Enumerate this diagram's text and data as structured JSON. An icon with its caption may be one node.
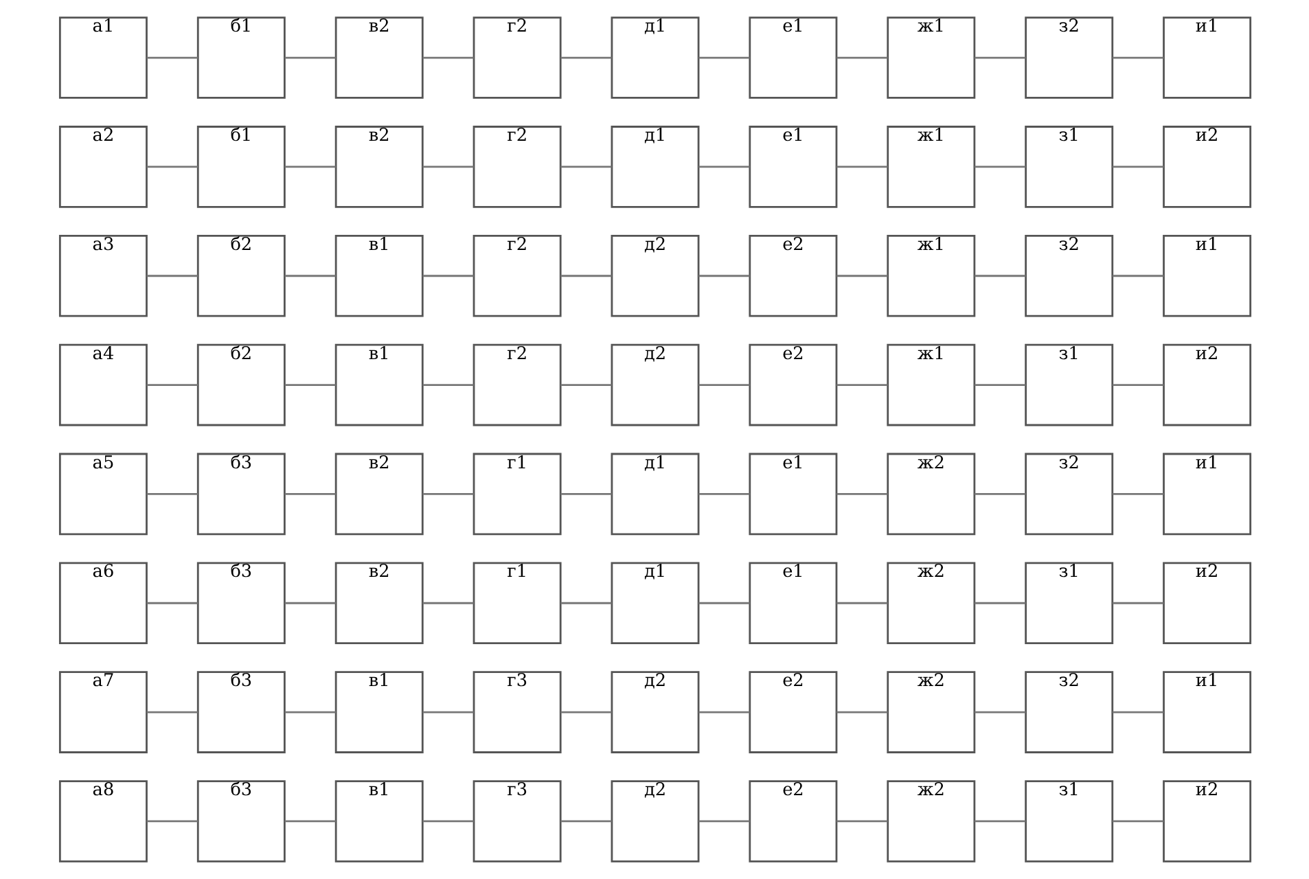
{
  "diagram": {
    "nodes": [
      {
        "text": [
          "а1"
        ]
      },
      {
        "text": [
          "б1"
        ]
      },
      {
        "text": [
          "в2"
        ]
      },
      {
        "text": [
          "г2"
        ]
      },
      {
        "text": [
          "д1"
        ]
      },
      {
        "text": [
          "е1"
        ]
      },
      {
        "text": [
          "ж1"
        ]
      },
      {
        "text": [
          "з2"
        ]
      },
      {
        "text": [
          "и1"
        ]
      },
      {
        "text": [
          "а2"
        ]
      },
      {
        "text": [
          "б1"
        ]
      },
      {
        "text": [
          "в2"
        ]
      },
      {
        "text": [
          "г2"
        ]
      },
      {
        "text": [
          "д1"
        ]
      },
      {
        "text": [
          "е1"
        ]
      },
      {
        "text": [
          "ж1"
        ]
      },
      {
        "text": [
          "з1"
        ]
      },
      {
        "text": [
          "и2"
        ]
      },
      {
        "text": [
          "а3"
        ]
      },
      {
        "text": [
          "б2"
        ]
      },
      {
        "text": [
          "в1"
        ]
      },
      {
        "text": [
          "г2"
        ]
      },
      {
        "text": [
          "д2"
        ]
      },
      {
        "text": [
          "е2"
        ]
      },
      {
        "text": [
          "ж1"
        ]
      },
      {
        "text": [
          "з2"
        ]
      },
      {
        "text": [
          "и1"
        ]
      },
      {
        "text": [
          "а4"
        ]
      },
      {
        "text": [
          "б2"
        ]
      },
      {
        "text": [
          "в1"
        ]
      },
      {
        "text": [
          "г2"
        ]
      },
      {
        "text": [
          "д2"
        ]
      },
      {
        "text": [
          "е2"
        ]
      },
      {
        "text": [
          "ж1"
        ]
      },
      {
        "text": [
          "з1"
        ]
      },
      {
        "text": [
          "и2"
        ]
      },
      {
        "text": [
          "а5"
        ]
      },
      {
        "text": [
          "б3"
        ]
      },
      {
        "text": [
          "в2"
        ]
      },
      {
        "text": [
          "г1"
        ]
      },
      {
        "text": [
          "д1"
        ]
      },
      {
        "text": [
          "е1"
        ]
      },
      {
        "text": [
          "ж2"
        ]
      },
      {
        "text": [
          "з2"
        ]
      },
      {
        "text": [
          "и1"
        ]
      },
      {
        "text": [
          "а6"
        ]
      },
      {
        "text": [
          "б3"
        ]
      },
      {
        "text": [
          "в2"
        ]
      },
      {
        "text": [
          "г1"
        ]
      },
      {
        "text": [
          "д1"
        ]
      },
      {
        "text": [
          "е1"
        ]
      },
      {
        "text": [
          "ж2"
        ]
      },
      {
        "text": [
          "з1"
        ]
      },
      {
        "text": [
          "и2"
        ]
      },
      {
        "text": [
          "а7"
        ]
      },
      {
        "text": [
          "б3"
        ]
      },
      {
        "text": [
          "в1"
        ]
      },
      {
        "text": [
          "г3"
        ]
      },
      {
        "text": [
          "д2"
        ]
      },
      {
        "text": [
          "е2"
        ]
      },
      {
        "text": [
          "ж2"
        ]
      },
      {
        "text": [
          "з2"
        ]
      },
      {
        "text": [
          "и1"
        ]
      },
      {
        "text": [
          "а8"
        ]
      },
      {
        "text": [
          "б3"
        ]
      },
      {
        "text": [
          "в1"
        ]
      },
      {
        "text": [
          "г3"
        ]
      },
      {
        "text": [
          "д2"
        ]
      },
      {
        "text": [
          "е2"
        ]
      },
      {
        "text": [
          "ж2"
        ]
      },
      {
        "text": [
          "з1"
        ]
      },
      {
        "text": [
          "и2"
        ]
      }
    ],
    "edges": [
      {
        "from": 0,
        "to": 1,
        "arrow": "none"
      },
      {
        "from": 1,
        "to": 2,
        "arrow": "none"
      },
      {
        "from": 2,
        "to": 3,
        "arrow": "none"
      },
      {
        "from": 3,
        "to": 4,
        "arrow": "none"
      },
      {
        "from": 4,
        "to": 5,
        "arrow": "none"
      },
      {
        "from": 5,
        "to": 6,
        "arrow": "none"
      },
      {
        "from": 6,
        "to": 7,
        "arrow": "none"
      },
      {
        "from": 7,
        "to": 8,
        "arrow": "none"
      },
      {
        "from": 9,
        "to": 10,
        "arrow": "none"
      },
      {
        "from": 10,
        "to": 11,
        "arrow": "none"
      },
      {
        "from": 11,
        "to": 12,
        "arrow": "none"
      },
      {
        "from": 12,
        "to": 13,
        "arrow": "none"
      },
      {
        "from": 13,
        "to": 14,
        "arrow": "none"
      },
      {
        "from": 14,
        "to": 15,
        "arrow": "none"
      },
      {
        "from": 15,
        "to": 16,
        "arrow": "none"
      },
      {
        "from": 16,
        "to": 17,
        "arrow": "none"
      },
      {
        "from": 18,
        "to": 19,
        "arrow": "none"
      },
      {
        "from": 19,
        "to": 20,
        "arrow": "none"
      },
      {
        "from": 20,
        "to": 21,
        "arrow": "none"
      },
      {
        "from": 21,
        "to": 22,
        "arrow": "none"
      },
      {
        "from": 22,
        "to": 23,
        "arrow": "none"
      },
      {
        "from": 23,
        "to": 24,
        "arrow": "none"
      },
      {
        "from": 24,
        "to": 25,
        "arrow": "none"
      },
      {
        "from": 25,
        "to": 26,
        "arrow": "none"
      },
      {
        "from": 27,
        "to": 28,
        "arrow": "none"
      },
      {
        "from": 28,
        "to": 29,
        "arrow": "none"
      },
      {
        "from": 29,
        "to": 30,
        "arrow": "none"
      },
      {
        "from": 30,
        "to": 31,
        "arrow": "none"
      },
      {
        "from": 31,
        "to": 32,
        "arrow": "none"
      },
      {
        "from": 32,
        "to": 33,
        "arrow": "none"
      },
      {
        "from": 33,
        "to": 34,
        "arrow": "none"
      },
      {
        "from": 34,
        "to": 35,
        "arrow": "none"
      },
      {
        "from": 36,
        "to": 37,
        "arrow": "none"
      },
      {
        "from": 37,
        "to": 38,
        "arrow": "none"
      },
      {
        "from": 38,
        "to": 39,
        "arrow": "none"
      },
      {
        "from": 39,
        "to": 40,
        "arrow": "none"
      },
      {
        "from": 40,
        "to": 41,
        "arrow": "none"
      },
      {
        "from": 41,
        "to": 42,
        "arrow": "none"
      },
      {
        "from": 42,
        "to": 43,
        "arrow": "none"
      },
      {
        "from": 43,
        "to": 44,
        "arrow": "none"
      },
      {
        "from": 45,
        "to": 46,
        "arrow": "none"
      },
      {
        "from": 46,
        "to": 47,
        "arrow": "none"
      },
      {
        "from": 47,
        "to": 48,
        "arrow": "none"
      },
      {
        "from": 48,
        "to": 49,
        "arrow": "none"
      },
      {
        "from": 49,
        "to": 50,
        "arrow": "none"
      },
      {
        "from": 50,
        "to": 51,
        "arrow": "none"
      },
      {
        "from": 51,
        "to": 52,
        "arrow": "none"
      },
      {
        "from": 52,
        "to": 53,
        "arrow": "none"
      },
      {
        "from": 54,
        "to": 55,
        "arrow": "none"
      },
      {
        "from": 55,
        "to": 56,
        "arrow": "none"
      },
      {
        "from": 56,
        "to": 57,
        "arrow": "none"
      },
      {
        "from": 57,
        "to": 58,
        "arrow": "none"
      },
      {
        "from": 58,
        "to": 59,
        "arrow": "none"
      },
      {
        "from": 59,
        "to": 60,
        "arrow": "none"
      },
      {
        "from": 60,
        "to": 61,
        "arrow": "none"
      },
      {
        "from": 61,
        "to": 62,
        "arrow": "none"
      },
      {
        "from": 63,
        "to": 64,
        "arrow": "none"
      },
      {
        "from": 64,
        "to": 65,
        "arrow": "none"
      },
      {
        "from": 65,
        "to": 66,
        "arrow": "none"
      },
      {
        "from": 66,
        "to": 67,
        "arrow": "none"
      },
      {
        "from": 67,
        "to": 68,
        "arrow": "none"
      },
      {
        "from": 68,
        "to": 69,
        "arrow": "none"
      },
      {
        "from": 69,
        "to": 70,
        "arrow": "none"
      },
      {
        "from": 70,
        "to": 71,
        "arrow": "none"
      }
    ]
  }
}
